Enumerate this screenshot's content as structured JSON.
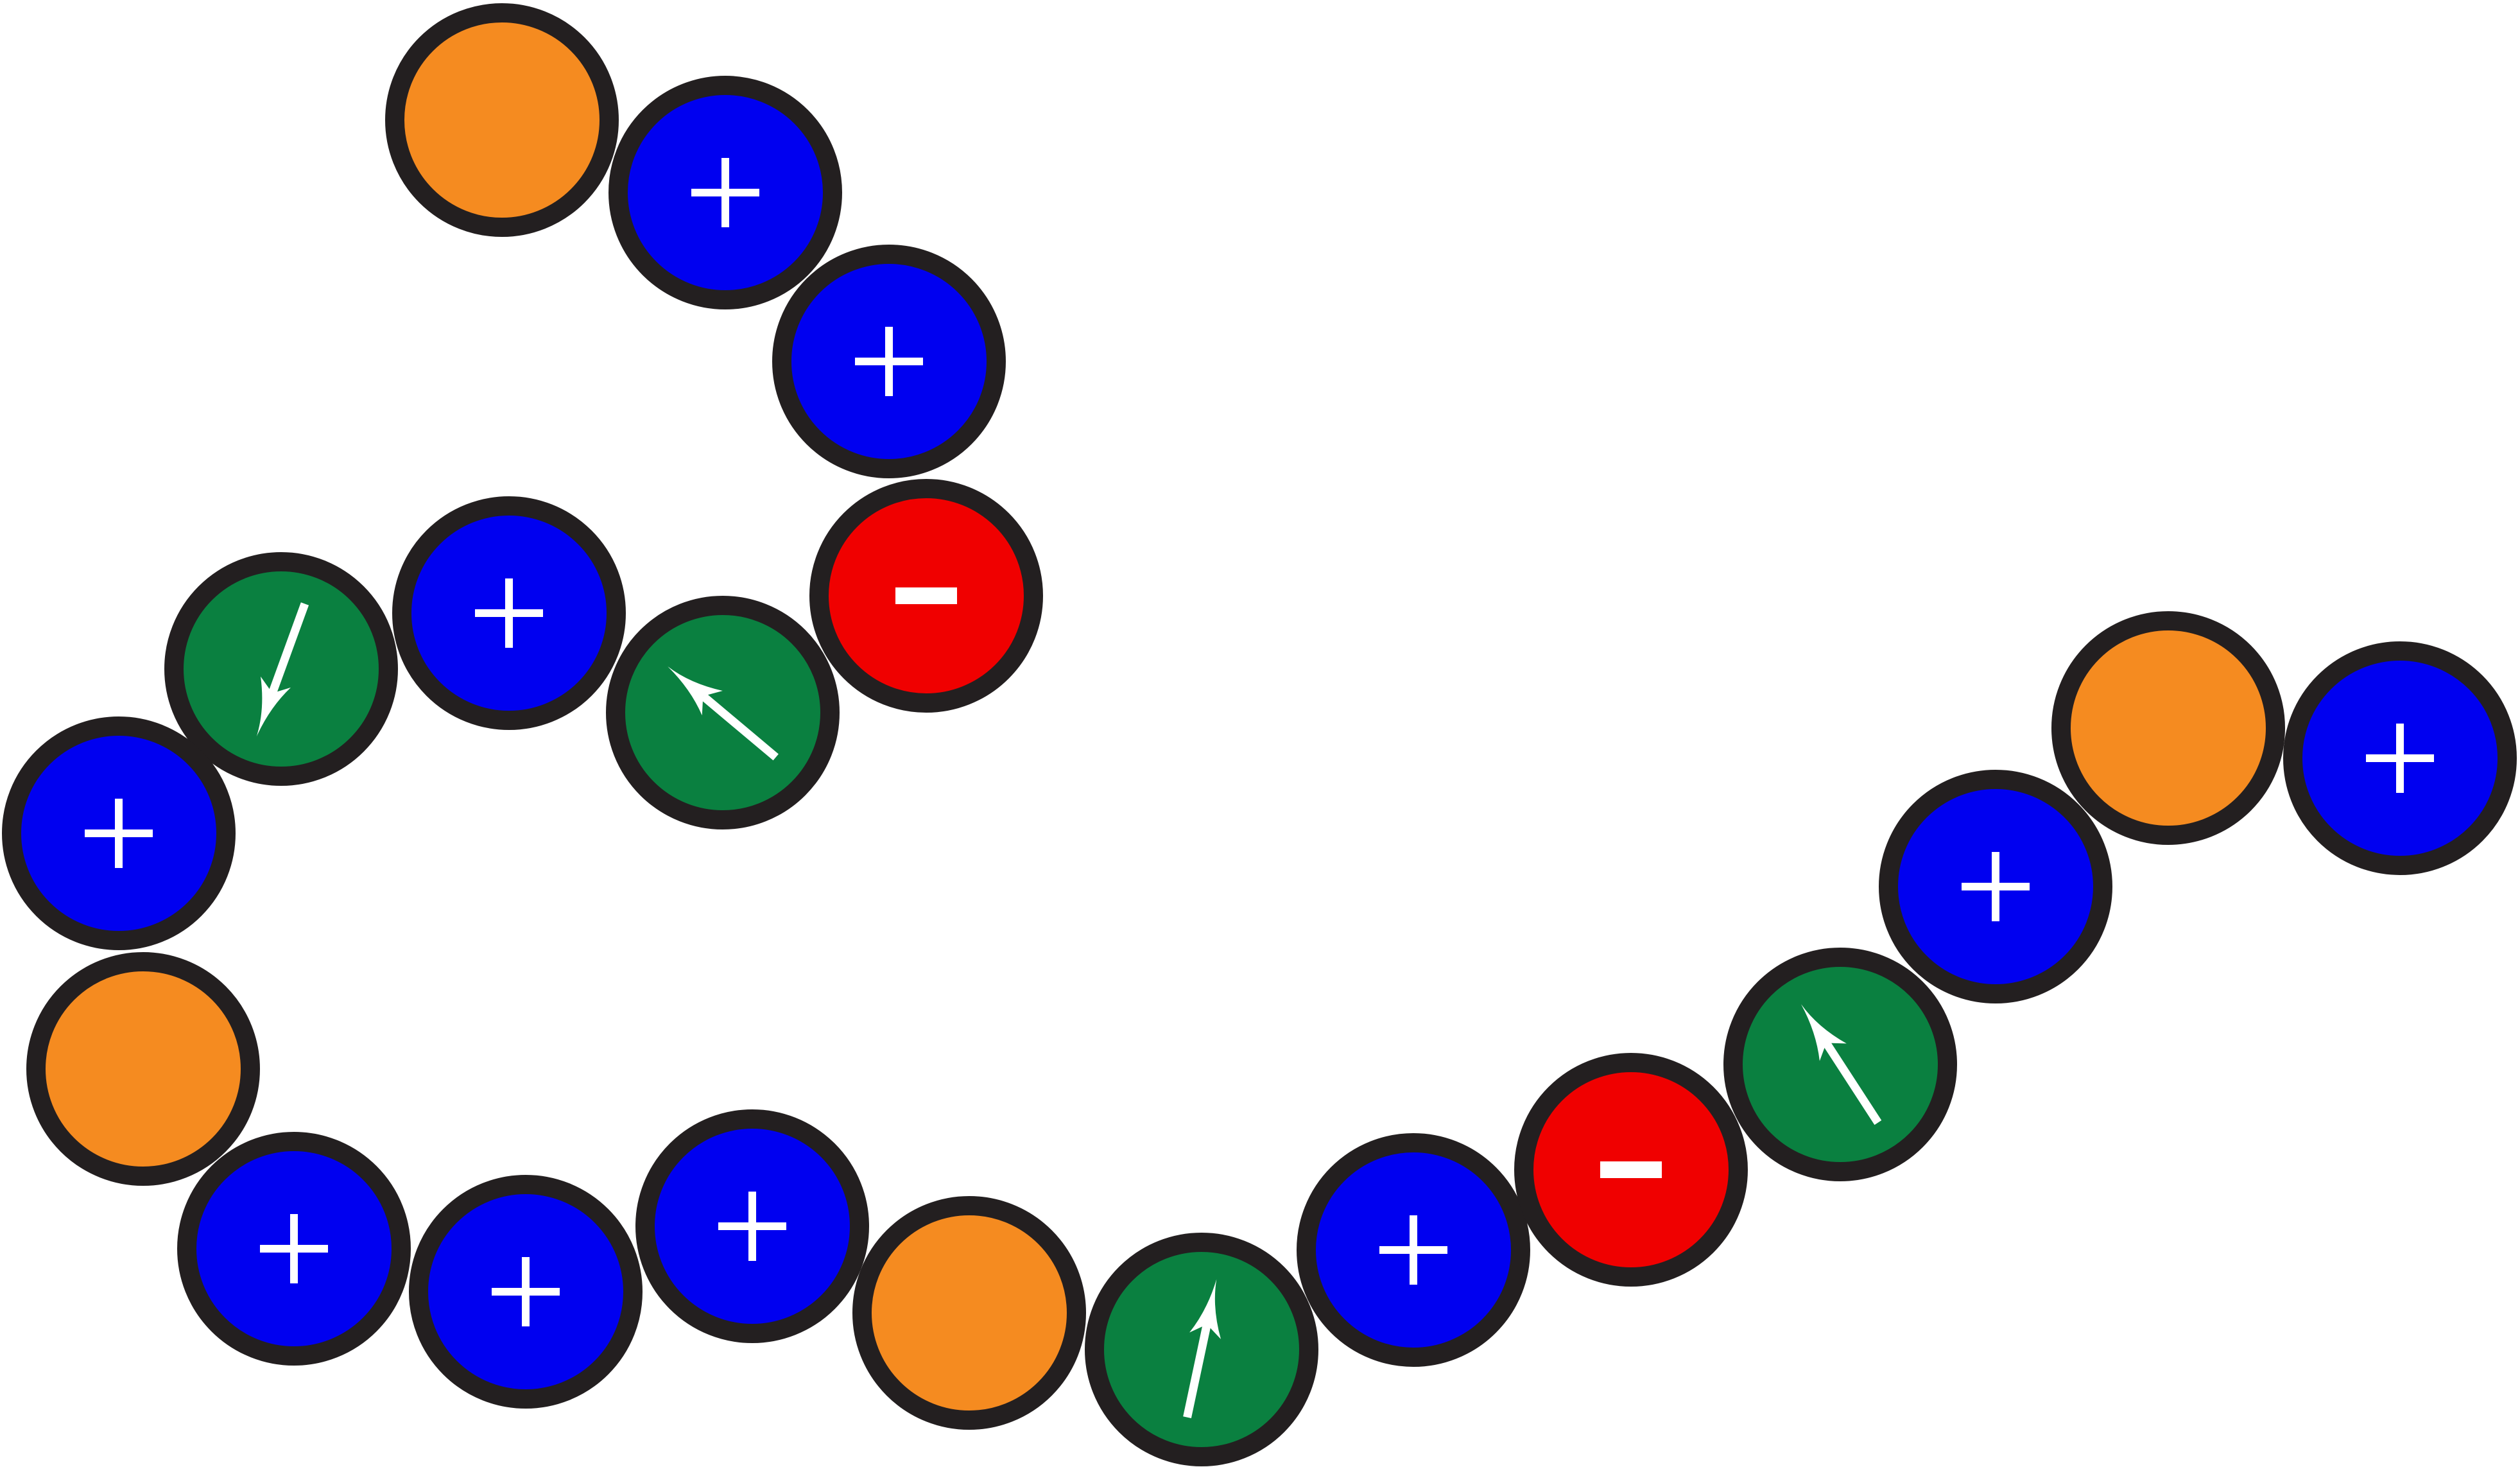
{
  "colors": {
    "positive": "#0000f0",
    "negative": "#f00000",
    "neutral": "#f58b20",
    "polar": "#0a8040",
    "outline": "#231f20",
    "symbol": "#ffffff"
  },
  "chain": [
    {
      "type": "neutral"
    },
    {
      "type": "positive",
      "symbol": "+"
    },
    {
      "type": "positive",
      "symbol": "+"
    },
    {
      "type": "negative",
      "symbol": "-"
    },
    {
      "type": "polar",
      "icon": "arrow-icon"
    },
    {
      "type": "positive",
      "symbol": "+"
    },
    {
      "type": "polar",
      "icon": "arrow-icon"
    },
    {
      "type": "positive",
      "symbol": "+"
    },
    {
      "type": "neutral"
    },
    {
      "type": "positive",
      "symbol": "+"
    },
    {
      "type": "positive",
      "symbol": "+"
    },
    {
      "type": "positive",
      "symbol": "+"
    },
    {
      "type": "neutral"
    },
    {
      "type": "polar",
      "icon": "arrow-icon"
    },
    {
      "type": "positive",
      "symbol": "+"
    },
    {
      "type": "negative",
      "symbol": "-"
    },
    {
      "type": "polar",
      "icon": "arrow-icon"
    },
    {
      "type": "positive",
      "symbol": "+"
    },
    {
      "type": "neutral"
    },
    {
      "type": "positive",
      "symbol": "+"
    }
  ]
}
